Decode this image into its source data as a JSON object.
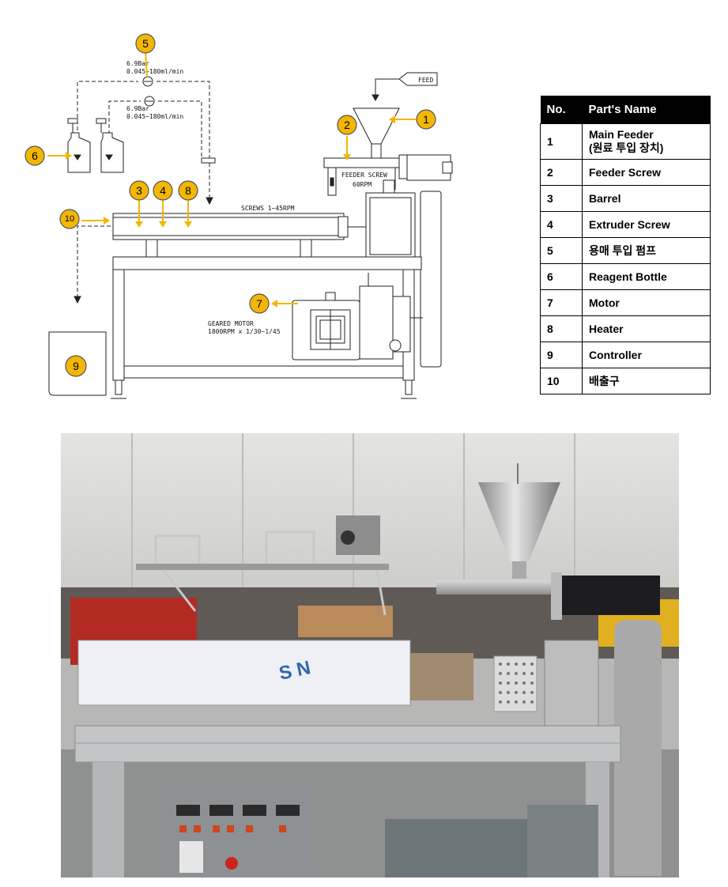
{
  "diagram": {
    "feed_label": "FEED",
    "feeder_screw_label": "FEEDER SCREW",
    "feeder_screw_speed": "60RPM",
    "screws_label": "SCREWS  1~45RPM",
    "pump_pressure_top": "6.9Bar",
    "pump_flow_top": "0.045~180ml/min",
    "pump_pressure_bottom": "6.9Bar",
    "pump_flow_bottom": "0.045~180ml/min",
    "motor_label": "GEARED MOTOR",
    "motor_spec": "1800RPM x 1/30~1/45",
    "callouts": [
      "1",
      "2",
      "3",
      "4",
      "5",
      "6",
      "7",
      "8",
      "9",
      "10"
    ]
  },
  "table": {
    "header_no": "No.",
    "header_name": "Part's Name",
    "rows": [
      {
        "no": "1",
        "name": "Main Feeder",
        "name2": "(원료 투입 장치)"
      },
      {
        "no": "2",
        "name": "Feeder Screw"
      },
      {
        "no": "3",
        "name": "Barrel"
      },
      {
        "no": "4",
        "name": "Extruder Screw"
      },
      {
        "no": "5",
        "name": "용매 투입 펌프"
      },
      {
        "no": "6",
        "name": "Reagent Bottle"
      },
      {
        "no": "7",
        "name": "Motor"
      },
      {
        "no": "8",
        "name": "Heater"
      },
      {
        "no": "9",
        "name": "Controller"
      },
      {
        "no": "10",
        "name": "배출구"
      }
    ]
  },
  "photo": {
    "cover_brand_mark": "S N"
  }
}
